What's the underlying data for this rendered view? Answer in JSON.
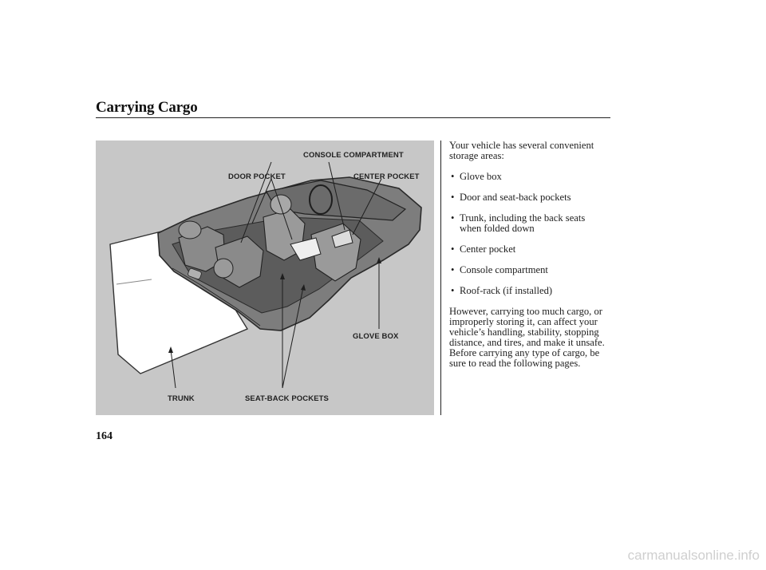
{
  "page": {
    "title": "Carrying Cargo",
    "page_number": "164",
    "watermark": "carmanualsonline.info"
  },
  "figure": {
    "labels": {
      "console_compartment": "CONSOLE COMPARTMENT",
      "door_pocket": "DOOR POCKET",
      "center_pocket": "CENTER POCKET",
      "glove_box": "GLOVE BOX",
      "trunk": "TRUNK",
      "seat_back_pockets": "SEAT-BACK POCKETS"
    }
  },
  "body": {
    "intro": "Your vehicle has several convenient storage areas:",
    "bullets": [
      "Glove box",
      "Door and seat-back pockets",
      "Trunk, including the back seats when folded down",
      "Center pocket",
      "Console compartment",
      "Roof-rack (if installed)"
    ],
    "warning": "However, carrying too much cargo, or improperly storing it, can affect your vehicle’s handling, stability, stopping distance, and tires, and make it unsafe. Before carrying any type of cargo, be sure to read the following pages."
  }
}
